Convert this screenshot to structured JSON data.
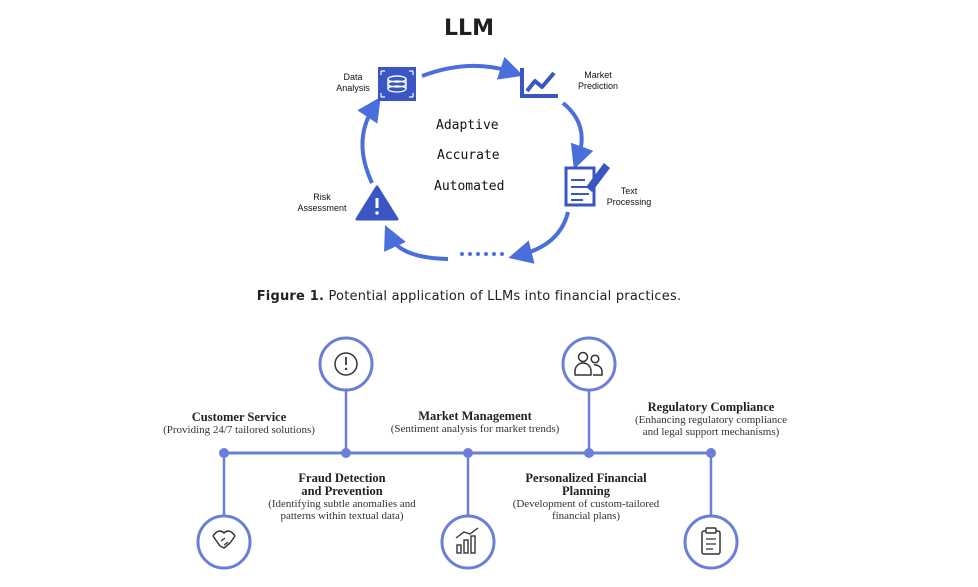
{
  "diagram_title": "LLM",
  "cycle": {
    "nodes": {
      "data_analysis": "Data\nAnalysis",
      "market_prediction": "Market\nPrediction",
      "text_processing": "Text\nProcessing",
      "risk_assessment": "Risk\nAssessment"
    },
    "qualities": [
      "Adaptive",
      "Accurate",
      "Automated"
    ],
    "ellipsis": "......"
  },
  "caption": {
    "label": "Figure 1.",
    "text": "Potential application of LLMs into financial practices."
  },
  "timeline": {
    "items": [
      {
        "title": "Customer Service",
        "desc": "(Providing 24/7 tailored solutions)",
        "icon": "exclamation-circle-icon"
      },
      {
        "title": "Fraud Detection\nand Prevention",
        "desc": "(Identifying subtle anomalies and\npatterns within textual data)",
        "icon": "handshake-icon"
      },
      {
        "title": "Market Management",
        "desc": "(Sentiment analysis for market trends)",
        "icon": "bar-chart-icon"
      },
      {
        "title": "Personalized Financial\nPlanning",
        "desc": "(Development of custom-tailored\nfinancial plans)",
        "icon": "users-icon"
      },
      {
        "title": "Regulatory Compliance",
        "desc": "(Enhancing regulatory compliance\nand legal support mechanisms)",
        "icon": "clipboard-icon"
      }
    ]
  },
  "colors": {
    "accent": "#4a6fdc",
    "icon_fill": "#3a56c4",
    "timeline": "#6b7fd8"
  }
}
